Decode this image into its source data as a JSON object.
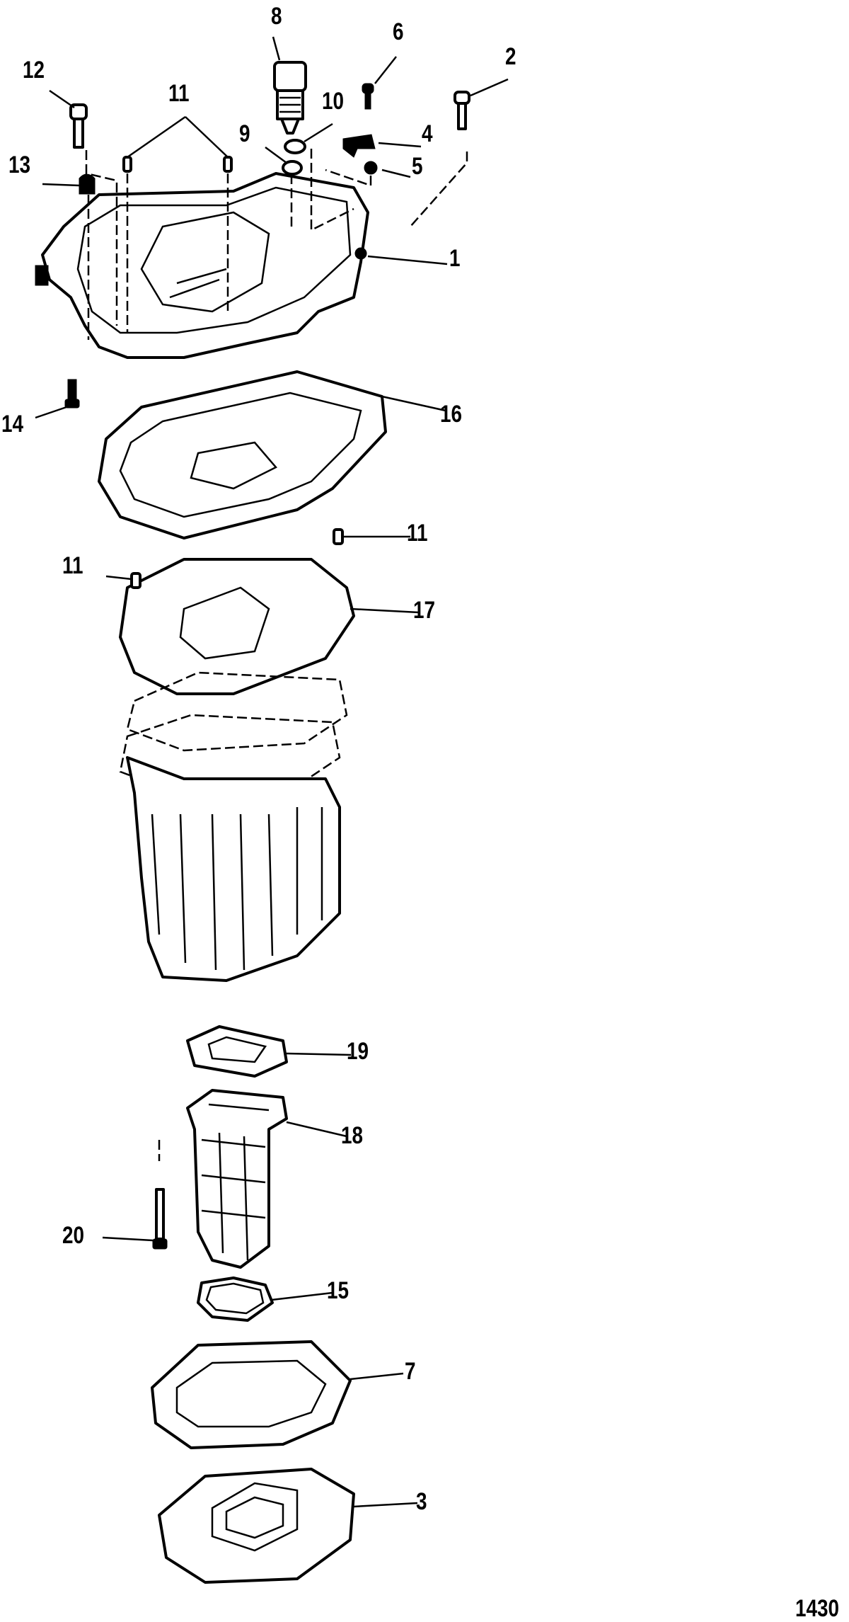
{
  "figure_number": "1430",
  "callouts": {
    "c1": "1",
    "c2": "2",
    "c3": "3",
    "c4": "4",
    "c5": "5",
    "c6": "6",
    "c7": "7",
    "c8": "8",
    "c9": "9",
    "c10": "10",
    "c11a": "11",
    "c11b": "11",
    "c11c": "11",
    "c12": "12",
    "c13": "13",
    "c14": "14",
    "c15": "15",
    "c16": "16",
    "c17": "17",
    "c18": "18",
    "c19": "19",
    "c20": "20"
  }
}
